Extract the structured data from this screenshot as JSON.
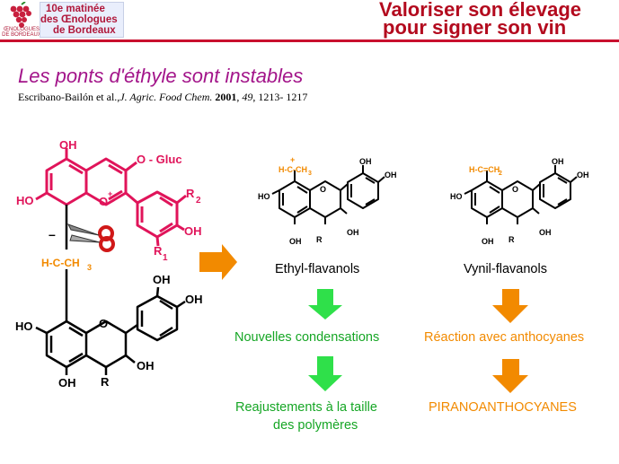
{
  "header": {
    "event_line1": "10e matinée",
    "event_line2": "des Œnologues",
    "event_line3": "de Bordeaux",
    "logo_caption": "ŒNOLOGUES DE BORDEAUX",
    "title_line1": "Valoriser son élevage",
    "title_line2": "pour signer son vin"
  },
  "slide": {
    "title": "Les ponts d'éthyle sont instables",
    "citation": {
      "authors": "Escribano-Bailón et al.,",
      "journal": "J. Agric. Food Chem.",
      "year": "2001",
      "volume": "49",
      "pages": "1213- 1217"
    }
  },
  "structures": {
    "left": {
      "oh_top": "OH",
      "o_gluc": "O - Gluc",
      "ho_left": "HO",
      "o_ring": "O",
      "o_plus": "+",
      "r2": "R",
      "r2_sub": "2",
      "oh_right": "OH",
      "r1": "R",
      "r1_sub": "1",
      "minus": "–",
      "bridge": "H-C-CH",
      "bridge_sub": "3",
      "lower_oh_a": "OH",
      "lower_oh_b": "OH",
      "lower_ho": "HO",
      "lower_o": "O",
      "lower_oh_c": "OH",
      "lower_oh_d": "OH",
      "lower_r": "R"
    },
    "ethyl": {
      "plus": "+",
      "group": "H-C-CH",
      "group_sub": "3",
      "oh_a": "OH",
      "oh_b": "OH",
      "ho": "HO",
      "o": "O",
      "oh_c": "OH",
      "r": "R",
      "oh_d": "OH"
    },
    "vinyl": {
      "group": "H-C=CH",
      "group_sub": "2",
      "oh_a": "OH",
      "oh_b": "OH",
      "ho": "HO",
      "o": "O",
      "oh_c": "OH",
      "r": "R",
      "oh_d": "OH"
    }
  },
  "labels": {
    "ethyl_name": "Ethyl-flavanols",
    "vinyl_name": "Vynil-flavanols",
    "green_1": "Nouvelles condensations",
    "green_2_line1": "Reajustements à la taille",
    "green_2_line2": "des polymères",
    "orange_1": "Réaction avec anthocyanes",
    "orange_2": "PIRANOANTHOCYANES"
  },
  "colors": {
    "brand_red": "#b30a1e",
    "anthocyanin_pink": "#e0145a",
    "bridge_orange": "#f28a00",
    "arrow_green": "#2fe04a",
    "text_green": "#16a625",
    "title_magenta": "#a3158a"
  }
}
